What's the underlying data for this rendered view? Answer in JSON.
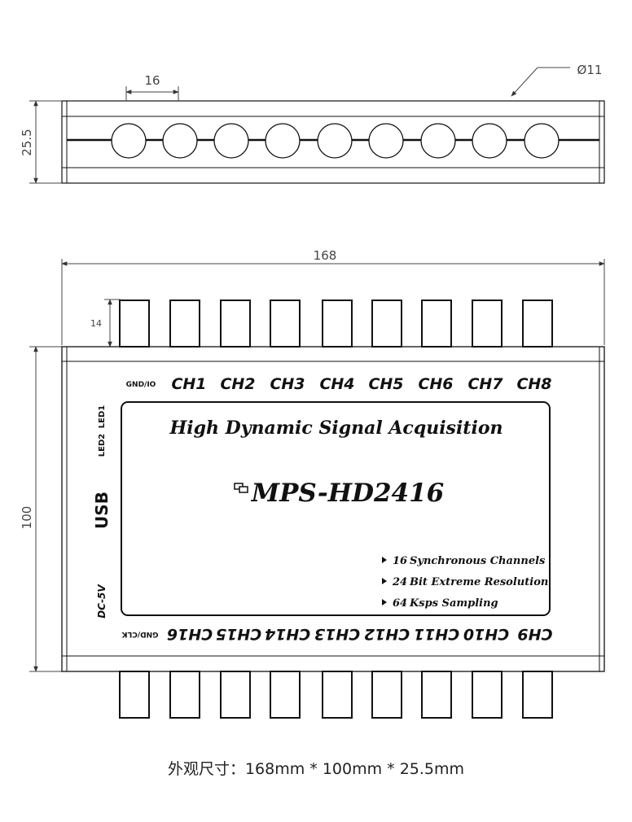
{
  "dimensions": {
    "channel_pitch": "16",
    "hole_diameter": "Ø11",
    "height": "25.5",
    "width": "168",
    "connector_height": "14",
    "depth": "100"
  },
  "top_labels": {
    "gnd_io": "GND/IO",
    "channels": [
      "CH1",
      "CH2",
      "CH3",
      "CH4",
      "CH5",
      "CH6",
      "CH7",
      "CH8"
    ]
  },
  "bottom_labels": {
    "gnd_clk": "GND/CLK",
    "channels": [
      "CH16",
      "CH15",
      "CH14",
      "CH13",
      "CH12",
      "CH11",
      "CH10",
      "CH9"
    ]
  },
  "side_labels": {
    "led1": "LED1",
    "led2": "LED2",
    "usb": "USB",
    "dc": "DC-5V"
  },
  "panel": {
    "headline": "High Dynamic Signal Acquisition",
    "model": "MPS-HD2416",
    "features": [
      {
        "num": "16",
        "text": "Synchronous Channels"
      },
      {
        "num": "24",
        "text": "Bit Extreme Resolution"
      },
      {
        "num": "64",
        "text": "Ksps Sampling"
      }
    ]
  },
  "caption": "外观尺寸：168mm * 100mm * 25.5mm"
}
